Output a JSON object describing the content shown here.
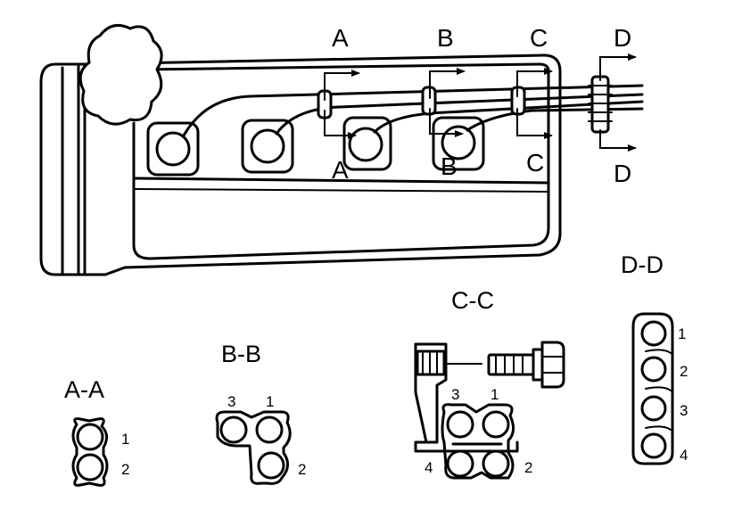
{
  "colors": {
    "ink": "#000000",
    "paper": "#ffffff"
  },
  "section_marks": {
    "top": [
      "A",
      "B",
      "C",
      "D"
    ],
    "inner": [
      "A",
      "B",
      "C"
    ],
    "lower_d": "D"
  },
  "views": {
    "aa": {
      "title": "A-A",
      "numbers": [
        "1",
        "2"
      ]
    },
    "bb": {
      "title": "B-B",
      "numbers": [
        "3",
        "1",
        "2"
      ]
    },
    "cc": {
      "title": "C-C",
      "numbers": [
        "3",
        "1",
        "4",
        "2"
      ]
    },
    "dd": {
      "title": "D-D",
      "numbers": [
        "1",
        "2",
        "3",
        "4"
      ]
    }
  }
}
